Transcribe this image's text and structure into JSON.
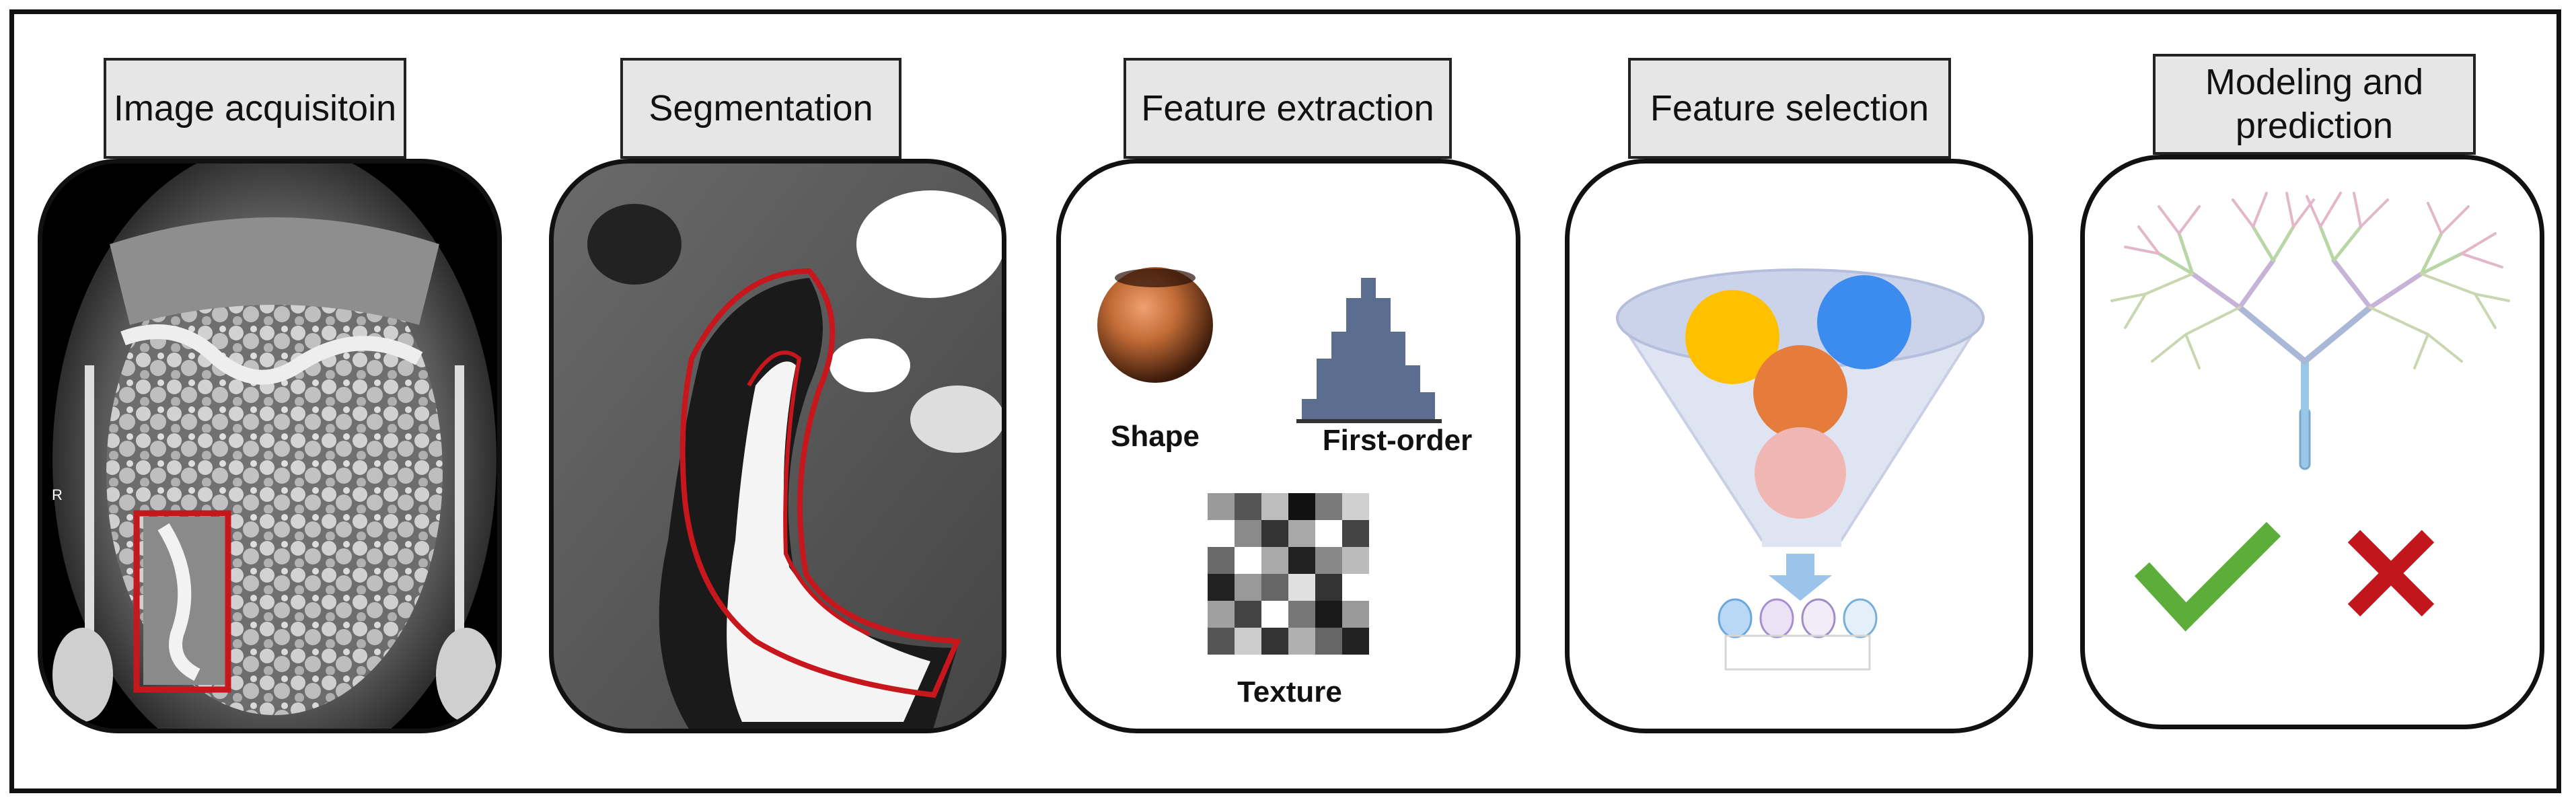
{
  "steps": [
    {
      "label": "Image acquisitoin"
    },
    {
      "label": "Segmentation"
    },
    {
      "label": "Feature extraction",
      "items": {
        "shape": "Shape",
        "first_order": "First-order",
        "texture": "Texture"
      }
    },
    {
      "label": "Feature selection"
    },
    {
      "label": "Modeling and\nprediction"
    }
  ],
  "mri_marker": "R",
  "colors": {
    "roi_box": "#c8161d",
    "segmentation_contour": "#c8161d",
    "histogram": "#5b6e8f",
    "check": "#5cad3a",
    "cross": "#c0161c",
    "circle_yellow": "#ffc000",
    "circle_blue": "#3c8cf0",
    "circle_orange": "#e67c3c",
    "circle_pink": "#f0b6b4"
  },
  "icons": [
    "sphere-icon",
    "histogram-icon",
    "texture-matrix-icon",
    "funnel-icon",
    "arrow-down-icon",
    "decision-tree-icon",
    "checkmark-icon",
    "cross-icon"
  ]
}
